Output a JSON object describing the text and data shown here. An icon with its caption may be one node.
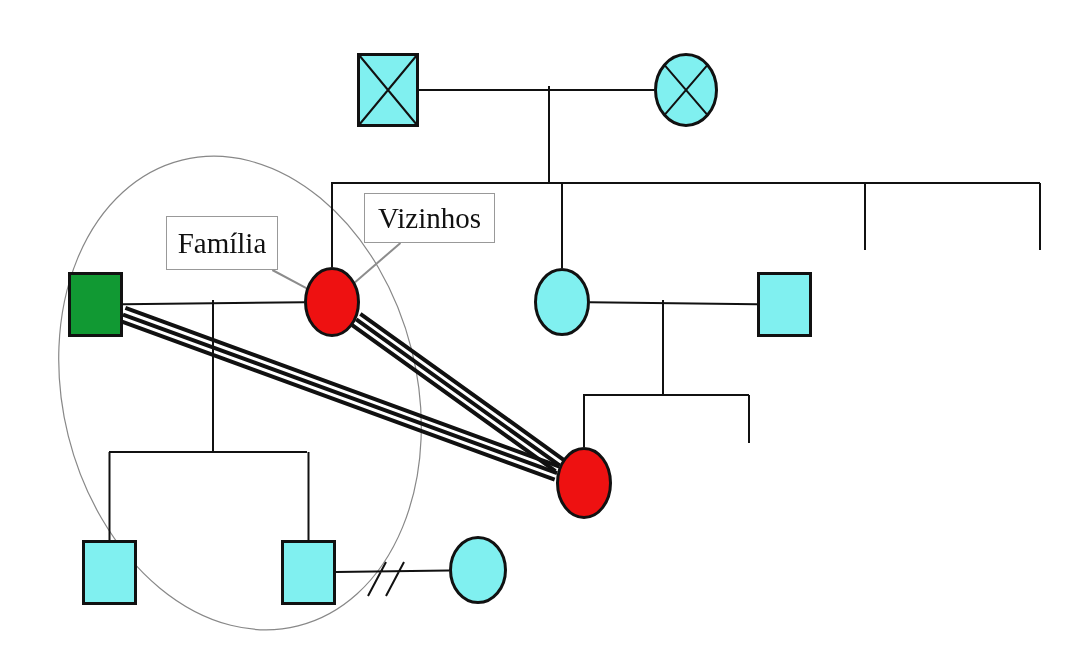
{
  "diagram": {
    "nodes": [
      {
        "text": [],
        "shape": "box"
      },
      {
        "text": [],
        "shape": "circle"
      },
      {
        "text": [
          "Família"
        ]
      },
      {
        "text": [
          "Vizinhos"
        ]
      },
      {
        "text": [],
        "shape": "box"
      },
      {
        "text": [],
        "shape": "circle"
      },
      {
        "text": [],
        "shape": "circle"
      },
      {
        "text": [],
        "shape": "box"
      },
      {
        "text": [],
        "shape": "circle"
      },
      {
        "text": [],
        "shape": "box"
      },
      {
        "text": [],
        "shape": "box"
      },
      {
        "text": [],
        "shape": "circle"
      }
    ],
    "edges": [
      {
        "from": 0,
        "to": 1,
        "arrow": "none"
      },
      {
        "from": null,
        "to": 5,
        "arrow": "none"
      },
      {
        "from": null,
        "to": 6,
        "arrow": "none"
      },
      {
        "from": 4,
        "to": 5,
        "arrow": "none"
      },
      {
        "from": 6,
        "to": 7,
        "arrow": "none"
      },
      {
        "from": null,
        "to": 8,
        "arrow": "none"
      },
      {
        "from": null,
        "to": 9,
        "arrow": "none"
      },
      {
        "from": null,
        "to": 10,
        "arrow": "none"
      },
      {
        "from": 10,
        "to": 11,
        "arrow": "none"
      },
      {
        "from": 2,
        "to": 5,
        "arrow": "none",
        "color": "#8c8c8c"
      },
      {
        "from": 3,
        "to": 5,
        "arrow": "none",
        "color": "#8c8c8c"
      },
      {
        "from": 5,
        "to": 8,
        "arrow": "none",
        "style": "thick"
      },
      {
        "from": 4,
        "to": 8,
        "arrow": "none",
        "style": "thick"
      }
    ]
  }
}
